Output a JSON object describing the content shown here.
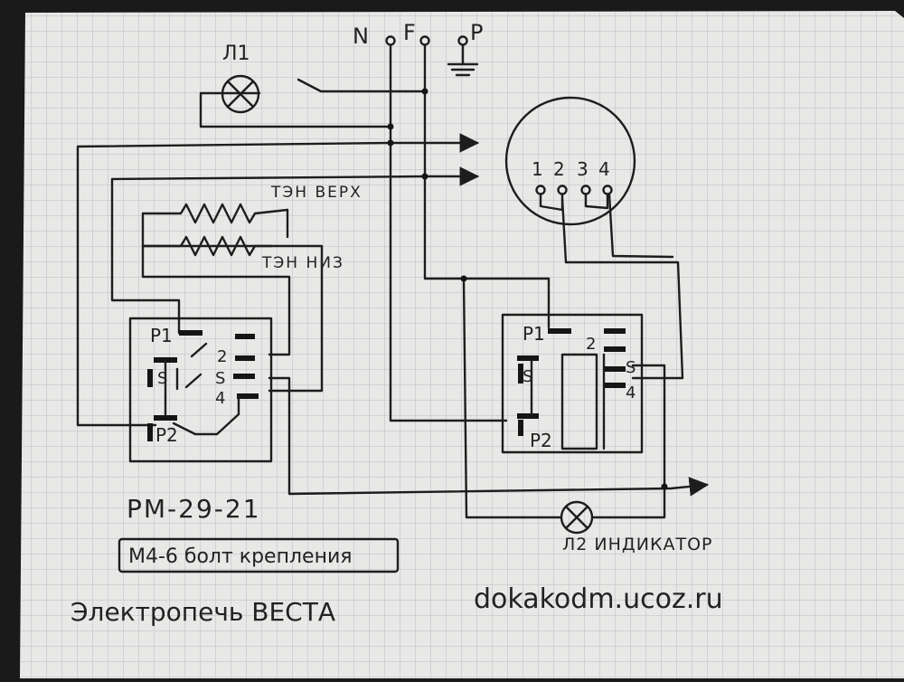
{
  "power": {
    "n": "N",
    "f": "F",
    "p": "P"
  },
  "lamp1": {
    "label": "Л1"
  },
  "heaters": {
    "top": "ТЭН ВЕРХ",
    "bottom": "ТЭН НИЗ"
  },
  "switch_left": {
    "p1": "P1",
    "p2": "P2",
    "t2": "2",
    "s": "S",
    "t4": "4"
  },
  "switch_right": {
    "p1": "P1",
    "p2": "P2",
    "t2": "2",
    "s": "S",
    "t4": "4"
  },
  "thermostat": {
    "pins": [
      "1",
      "2",
      "3",
      "4"
    ]
  },
  "model": "РМ-29-21",
  "bolt_note": "М4-6 болт крепления",
  "lamp2": {
    "label": "Л2 ИНДИКАТОР"
  },
  "title": "Электропечь ВЕСТА",
  "website": "dokakodm.ucoz.ru",
  "colors": {
    "paper": "#e8e8e6",
    "grid": "#b9bcc4",
    "ink": "#1d1d1d"
  }
}
